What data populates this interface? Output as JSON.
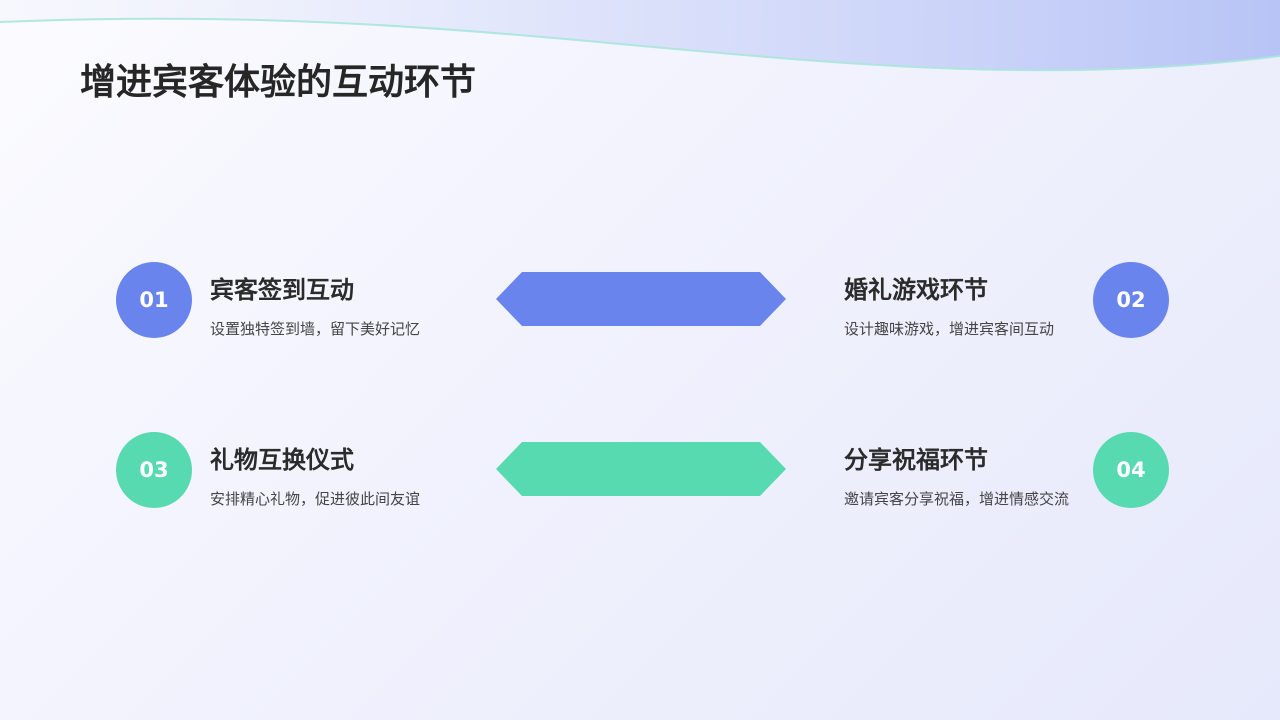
{
  "page_title": "增进宾客体验的互动环节",
  "colors": {
    "blue": "#6a84ee",
    "green": "#58dab1",
    "title": "#262626",
    "desc": "#444444"
  },
  "items": [
    {
      "number": "01",
      "title": "宾客签到互动",
      "desc": "设置独特签到墙，留下美好记忆"
    },
    {
      "number": "02",
      "title": "婚礼游戏环节",
      "desc": "设计趣味游戏，增进宾客间互动"
    },
    {
      "number": "03",
      "title": "礼物互换仪式",
      "desc": "安排精心礼物，促进彼此间友谊"
    },
    {
      "number": "04",
      "title": "分享祝福环节",
      "desc": "邀请宾客分享祝福，增进情感交流"
    }
  ]
}
